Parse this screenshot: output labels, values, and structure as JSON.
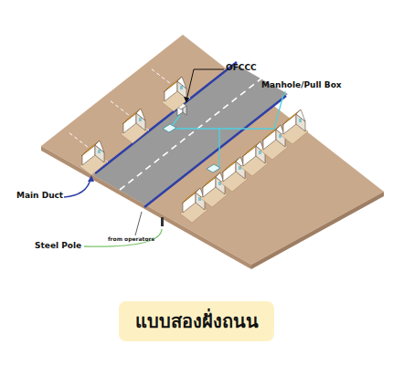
{
  "diagram": {
    "caption": "แบบสองฝั่งถนน",
    "labels": [
      "OFCCC",
      "Manhole/Pull Box",
      "Main Duct",
      "from operators",
      "Steel Pole"
    ]
  }
}
